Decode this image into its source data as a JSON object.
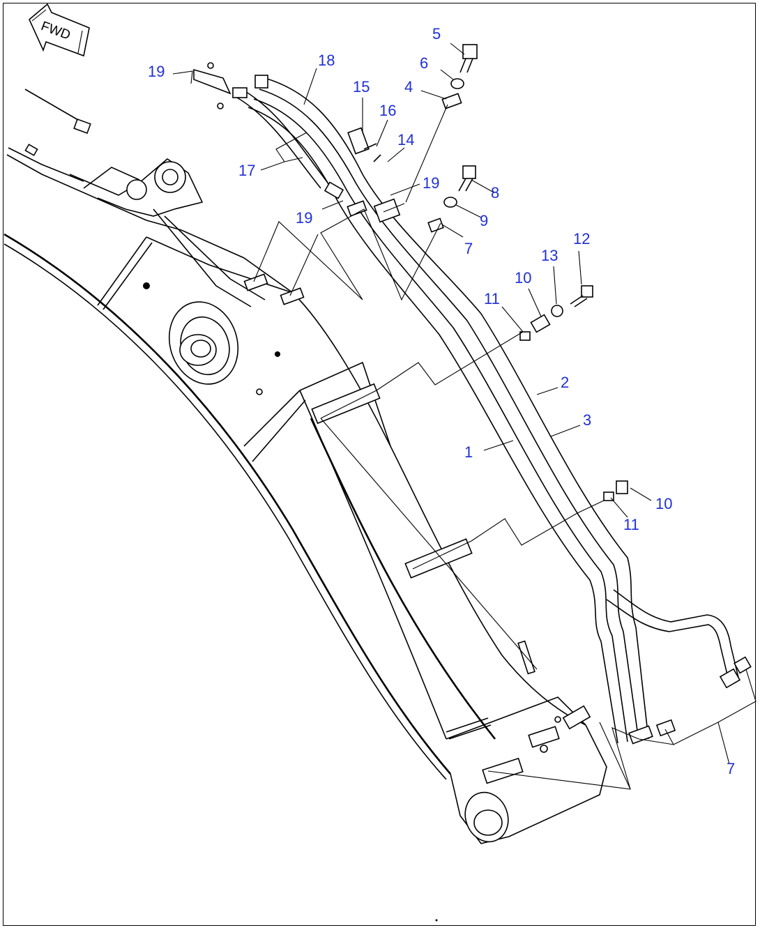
{
  "direction_marker": {
    "label": "FWD"
  },
  "callouts": [
    {
      "id": "c5",
      "text": "5"
    },
    {
      "id": "c6",
      "text": "6"
    },
    {
      "id": "c4",
      "text": "4"
    },
    {
      "id": "c18",
      "text": "18"
    },
    {
      "id": "c19a",
      "text": "19"
    },
    {
      "id": "c15",
      "text": "15"
    },
    {
      "id": "c16",
      "text": "16"
    },
    {
      "id": "c14",
      "text": "14"
    },
    {
      "id": "c17",
      "text": "17"
    },
    {
      "id": "c19b",
      "text": "19"
    },
    {
      "id": "c8",
      "text": "8"
    },
    {
      "id": "c19c",
      "text": "19"
    },
    {
      "id": "c9",
      "text": "9"
    },
    {
      "id": "c7a",
      "text": "7"
    },
    {
      "id": "c12",
      "text": "12"
    },
    {
      "id": "c13",
      "text": "13"
    },
    {
      "id": "c10a",
      "text": "10"
    },
    {
      "id": "c11a",
      "text": "11"
    },
    {
      "id": "c2",
      "text": "2"
    },
    {
      "id": "c3",
      "text": "3"
    },
    {
      "id": "c1",
      "text": "1"
    },
    {
      "id": "c10b",
      "text": "10"
    },
    {
      "id": "c11b",
      "text": "11"
    },
    {
      "id": "c7b",
      "text": "7"
    }
  ],
  "colors": {
    "callout": "#1f2fd6",
    "line": "#000000"
  }
}
